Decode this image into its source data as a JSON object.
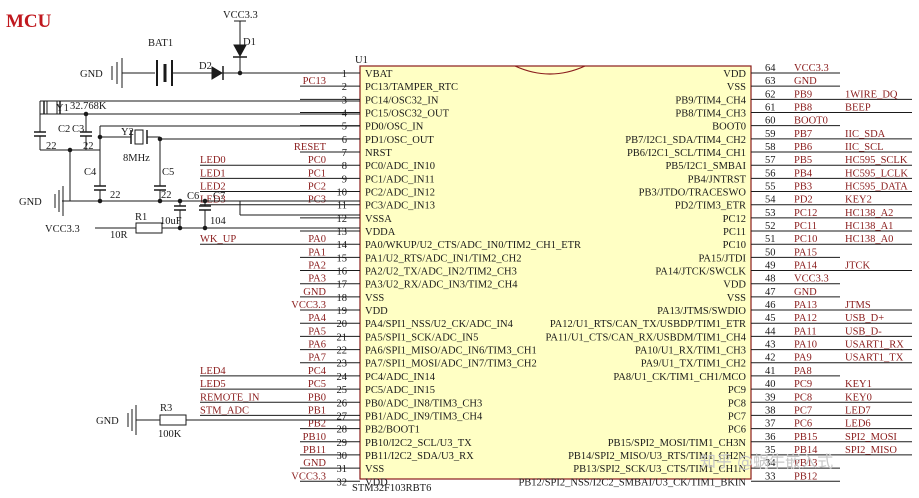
{
  "title": "MCU",
  "chip": {
    "ref": "U1",
    "part": "STM32F103RBT6",
    "left_pins": [
      {
        "num": "1",
        "name": "VBAT",
        "net": ""
      },
      {
        "num": "2",
        "name": "PC13/TAMPER_RTC",
        "net": "PC13"
      },
      {
        "num": "3",
        "name": "PC14/OSC32_IN",
        "net": ""
      },
      {
        "num": "4",
        "name": "PC15/OSC32_OUT",
        "net": ""
      },
      {
        "num": "5",
        "name": "PD0/OSC_IN",
        "net": ""
      },
      {
        "num": "6",
        "name": "PD1/OSC_OUT",
        "net": ""
      },
      {
        "num": "7",
        "name": "NRST",
        "net": "RESET"
      },
      {
        "num": "8",
        "name": "PC0/ADC_IN10",
        "net": "PC0",
        "func": "LED0"
      },
      {
        "num": "9",
        "name": "PC1/ADC_IN11",
        "net": "PC1",
        "func": "LED1"
      },
      {
        "num": "10",
        "name": "PC2/ADC_IN12",
        "net": "PC2",
        "func": "LED2"
      },
      {
        "num": "11",
        "name": "PC3/ADC_IN13",
        "net": "PC3",
        "func": "LED3"
      },
      {
        "num": "12",
        "name": "VSSA",
        "net": ""
      },
      {
        "num": "13",
        "name": "VDDA",
        "net": ""
      },
      {
        "num": "14",
        "name": "PA0/WKUP/U2_CTS/ADC_IN0/TIM2_CH1_ETR",
        "net": "PA0",
        "func": "WK_UP"
      },
      {
        "num": "15",
        "name": "PA1/U2_RTS/ADC_IN1/TIM2_CH2",
        "net": "PA1"
      },
      {
        "num": "16",
        "name": "PA2/U2_TX/ADC_IN2/TIM2_CH3",
        "net": "PA2"
      },
      {
        "num": "17",
        "name": "PA3/U2_RX/ADC_IN3/TIM2_CH4",
        "net": "PA3"
      },
      {
        "num": "18",
        "name": "VSS",
        "net": "GND"
      },
      {
        "num": "19",
        "name": "VDD",
        "net": "VCC3.3"
      },
      {
        "num": "20",
        "name": "PA4/SPI1_NSS/U2_CK/ADC_IN4",
        "net": "PA4"
      },
      {
        "num": "21",
        "name": "PA5/SPI1_SCK/ADC_IN5",
        "net": "PA5"
      },
      {
        "num": "22",
        "name": "PA6/SPI1_MISO/ADC_IN6/TIM3_CH1",
        "net": "PA6"
      },
      {
        "num": "23",
        "name": "PA7/SPI1_MOSI/ADC_IN7/TIM3_CH2",
        "net": "PA7"
      },
      {
        "num": "24",
        "name": "PC4/ADC_IN14",
        "net": "PC4",
        "func": "LED4"
      },
      {
        "num": "25",
        "name": "PC5/ADC_IN15",
        "net": "PC5",
        "func": "LED5"
      },
      {
        "num": "26",
        "name": "PB0/ADC_IN8/TIM3_CH3",
        "net": "PB0",
        "func": "REMOTE_IN"
      },
      {
        "num": "27",
        "name": "PB1/ADC_IN9/TIM3_CH4",
        "net": "PB1",
        "func": "STM_ADC"
      },
      {
        "num": "28",
        "name": "PB2/BOOT1",
        "net": "PB2"
      },
      {
        "num": "29",
        "name": "PB10/I2C2_SCL/U3_TX",
        "net": "PB10"
      },
      {
        "num": "30",
        "name": "PB11/I2C2_SDA/U3_RX",
        "net": "PB11"
      },
      {
        "num": "31",
        "name": "VSS",
        "net": "GND"
      },
      {
        "num": "32",
        "name": "VDD",
        "net": "VCC3.3"
      }
    ],
    "right_pins": [
      {
        "num": "64",
        "name": "VDD",
        "net": "VCC3.3"
      },
      {
        "num": "63",
        "name": "VSS",
        "net": "GND"
      },
      {
        "num": "62",
        "name": "PB9/TIM4_CH4",
        "net": "PB9",
        "func": "1WIRE_DQ"
      },
      {
        "num": "61",
        "name": "PB8/TIM4_CH3",
        "net": "PB8",
        "func": "BEEP"
      },
      {
        "num": "60",
        "name": "BOOT0",
        "net": "BOOT0"
      },
      {
        "num": "59",
        "name": "PB7/I2C1_SDA/TIM4_CH2",
        "net": "PB7",
        "func": "IIC_SDA"
      },
      {
        "num": "58",
        "name": "PB6/I2C1_SCL/TIM4_CH1",
        "net": "PB6",
        "func": "IIC_SCL"
      },
      {
        "num": "57",
        "name": "PB5/I2C1_SMBAI",
        "net": "PB5",
        "func": "HC595_SCLK"
      },
      {
        "num": "56",
        "name": "PB4/JNTRST",
        "net": "PB4",
        "func": "HC595_LCLK"
      },
      {
        "num": "55",
        "name": "PB3/JTDO/TRACESWO",
        "net": "PB3",
        "func": "HC595_DATA"
      },
      {
        "num": "54",
        "name": "PD2/TIM3_ETR",
        "net": "PD2",
        "func": "KEY2"
      },
      {
        "num": "53",
        "name": "PC12",
        "net": "PC12",
        "func": "HC138_A2"
      },
      {
        "num": "52",
        "name": "PC11",
        "net": "PC11",
        "func": "HC138_A1"
      },
      {
        "num": "51",
        "name": "PC10",
        "net": "PC10",
        "func": "HC138_A0"
      },
      {
        "num": "50",
        "name": "PA15/JTDI",
        "net": "PA15"
      },
      {
        "num": "49",
        "name": "PA14/JTCK/SWCLK",
        "net": "PA14",
        "func": "JTCK"
      },
      {
        "num": "48",
        "name": "VDD",
        "net": "VCC3.3"
      },
      {
        "num": "47",
        "name": "VSS",
        "net": "GND"
      },
      {
        "num": "46",
        "name": "PA13/JTMS/SWDIO",
        "net": "PA13",
        "func": "JTMS"
      },
      {
        "num": "45",
        "name": "PA12/U1_RTS/CAN_TX/USBDP/TIM1_ETR",
        "net": "PA12",
        "func": "USB_D+"
      },
      {
        "num": "44",
        "name": "PA11/U1_CTS/CAN_RX/USBDM/TIM1_CH4",
        "net": "PA11",
        "func": "USB_D-"
      },
      {
        "num": "43",
        "name": "PA10/U1_RX/TIM1_CH3",
        "net": "PA10",
        "func": "USART1_RX"
      },
      {
        "num": "42",
        "name": "PA9/U1_TX/TIM1_CH2",
        "net": "PA9",
        "func": "USART1_TX"
      },
      {
        "num": "41",
        "name": "PA8/U1_CK/TIM1_CH1/MCO",
        "net": "PA8"
      },
      {
        "num": "40",
        "name": "PC9",
        "net": "PC9",
        "func": "KEY1"
      },
      {
        "num": "39",
        "name": "PC8",
        "net": "PC8",
        "func": "KEY0"
      },
      {
        "num": "38",
        "name": "PC7",
        "net": "PC7",
        "func": "LED7"
      },
      {
        "num": "37",
        "name": "PC6",
        "net": "PC6",
        "func": "LED6"
      },
      {
        "num": "36",
        "name": "PB15/SPI2_MOSI/TIM1_CH3N",
        "net": "PB15",
        "func": "SPI2_MOSI"
      },
      {
        "num": "35",
        "name": "PB14/SPI2_MISO/U3_RTS/TIM1_CH2N",
        "net": "PB14",
        "func": "SPI2_MISO"
      },
      {
        "num": "34",
        "name": "PB13/SPI2_SCK/U3_CTS/TIM1_CH1N",
        "net": "PB13"
      },
      {
        "num": "33",
        "name": "PB12/SPI2_NSS/I2C2_SMBAI/U3_CK/TIM1_BKIN",
        "net": "PB12"
      }
    ]
  },
  "components": {
    "bat1": "BAT1",
    "d1": "D1",
    "d2": "D2",
    "vcc_top": "VCC3.3",
    "gnd_bat": "GND",
    "y1": "Y1",
    "y1_freq": "32.768K",
    "c2": "C2",
    "c3": "C3",
    "c2_val": "22",
    "c3_val": "22",
    "y2": "Y2",
    "y2_freq": "8MHz",
    "c4": "C4",
    "c5": "C5",
    "c4_val": "22",
    "c5_val": "22",
    "gnd_xtal": "GND",
    "c6": "C6",
    "c7": "C7",
    "c6_val": "10uF",
    "c7_val": "104",
    "r1": "R1",
    "r1_val": "10R",
    "vcc_r1": "VCC3.3",
    "r3": "R3",
    "r3_val": "100K",
    "gnd_r3": "GND"
  },
  "watermark": "知乎 @蜗牛嵌入式"
}
